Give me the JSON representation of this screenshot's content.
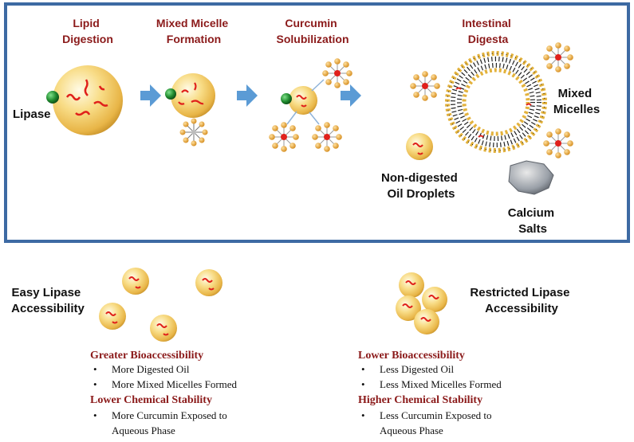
{
  "diagram": {
    "stages": [
      {
        "line1": "Lipid",
        "line2": "Digestion"
      },
      {
        "line1": "Mixed Micelle",
        "line2": "Formation"
      },
      {
        "line1": "Curcumin",
        "line2": "Solubilization"
      },
      {
        "line1": "Intestinal",
        "line2": "Digesta"
      }
    ],
    "lipase_label": "Lipase",
    "mixed_micelles": {
      "line1": "Mixed",
      "line2": "Micelles"
    },
    "nondigested": {
      "line1": "Non-digested",
      "line2": "Oil Droplets"
    },
    "calcium": {
      "line1": "Calcium",
      "line2": "Salts"
    }
  },
  "left_panel": {
    "title_line1": "Easy Lipase",
    "title_line2": "Accessibility",
    "heading1": "Greater Bioaccessibility",
    "bullets1": [
      "More Digested Oil",
      "More Mixed Micelles Formed"
    ],
    "heading2": "Lower Chemical Stability",
    "bullets2_line1": "More Curcumin Exposed to",
    "bullets2_line2": "Aqueous Phase"
  },
  "right_panel": {
    "title_line1": "Restricted Lipase",
    "title_line2": "Accessibility",
    "heading1": "Lower Bioaccessibility",
    "bullets1": [
      "Less Digested Oil",
      "Less Mixed Micelles Formed"
    ],
    "heading2": "Higher Chemical Stability",
    "bullets2_line1": "Less Curcumin Exposed to",
    "bullets2_line2": "Aqueous Phase"
  },
  "colors": {
    "frame": "#3d6aa3",
    "arrow": "#5b9bd5",
    "droplet_light": "#fdf0b8",
    "droplet_mid": "#f2c85a",
    "droplet_dark": "#c9932b",
    "curcumin": "#e0201b",
    "lipase": "#1f8a2e",
    "label_red": "#8b1a1a"
  }
}
